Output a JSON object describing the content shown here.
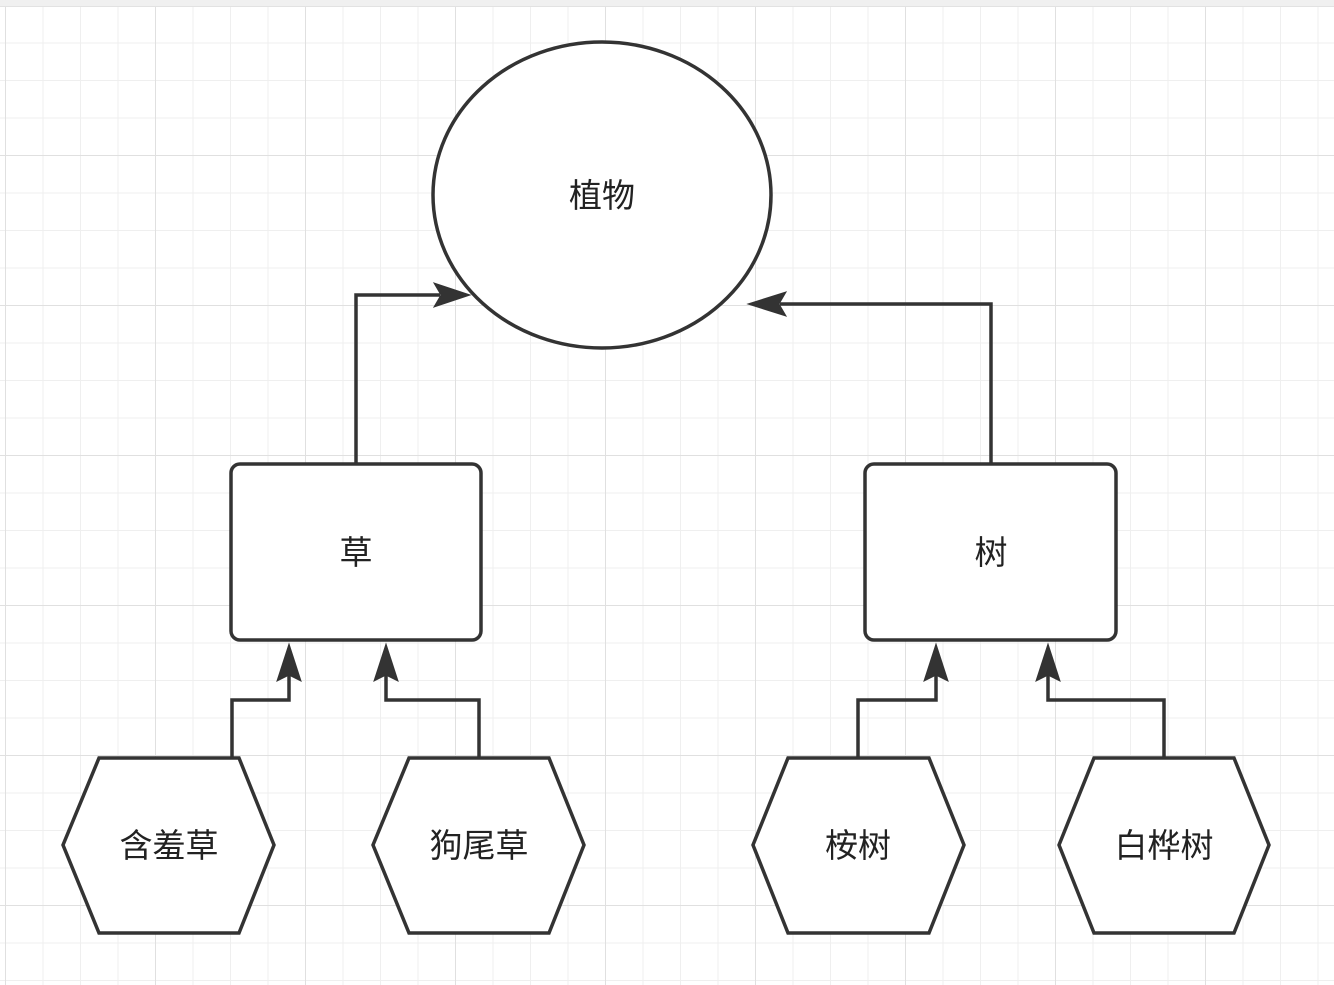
{
  "nodes": {
    "plant": {
      "label": "植物",
      "shape": "ellipse"
    },
    "grass": {
      "label": "草",
      "shape": "rounded-rectangle"
    },
    "tree": {
      "label": "树",
      "shape": "rounded-rectangle"
    },
    "mimosa": {
      "label": "含羞草",
      "shape": "hexagon"
    },
    "foxtail": {
      "label": "狗尾草",
      "shape": "hexagon"
    },
    "eucalyptus": {
      "label": "桉树",
      "shape": "hexagon"
    },
    "birch": {
      "label": "白桦树",
      "shape": "hexagon"
    }
  },
  "edges": [
    {
      "from": "grass",
      "to": "plant"
    },
    {
      "from": "tree",
      "to": "plant"
    },
    {
      "from": "mimosa",
      "to": "grass"
    },
    {
      "from": "foxtail",
      "to": "grass"
    },
    {
      "from": "eucalyptus",
      "to": "tree"
    },
    {
      "from": "birch",
      "to": "tree"
    }
  ],
  "colors": {
    "stroke": "#333333",
    "fill": "#ffffff",
    "grid": "#e0e0e0"
  }
}
